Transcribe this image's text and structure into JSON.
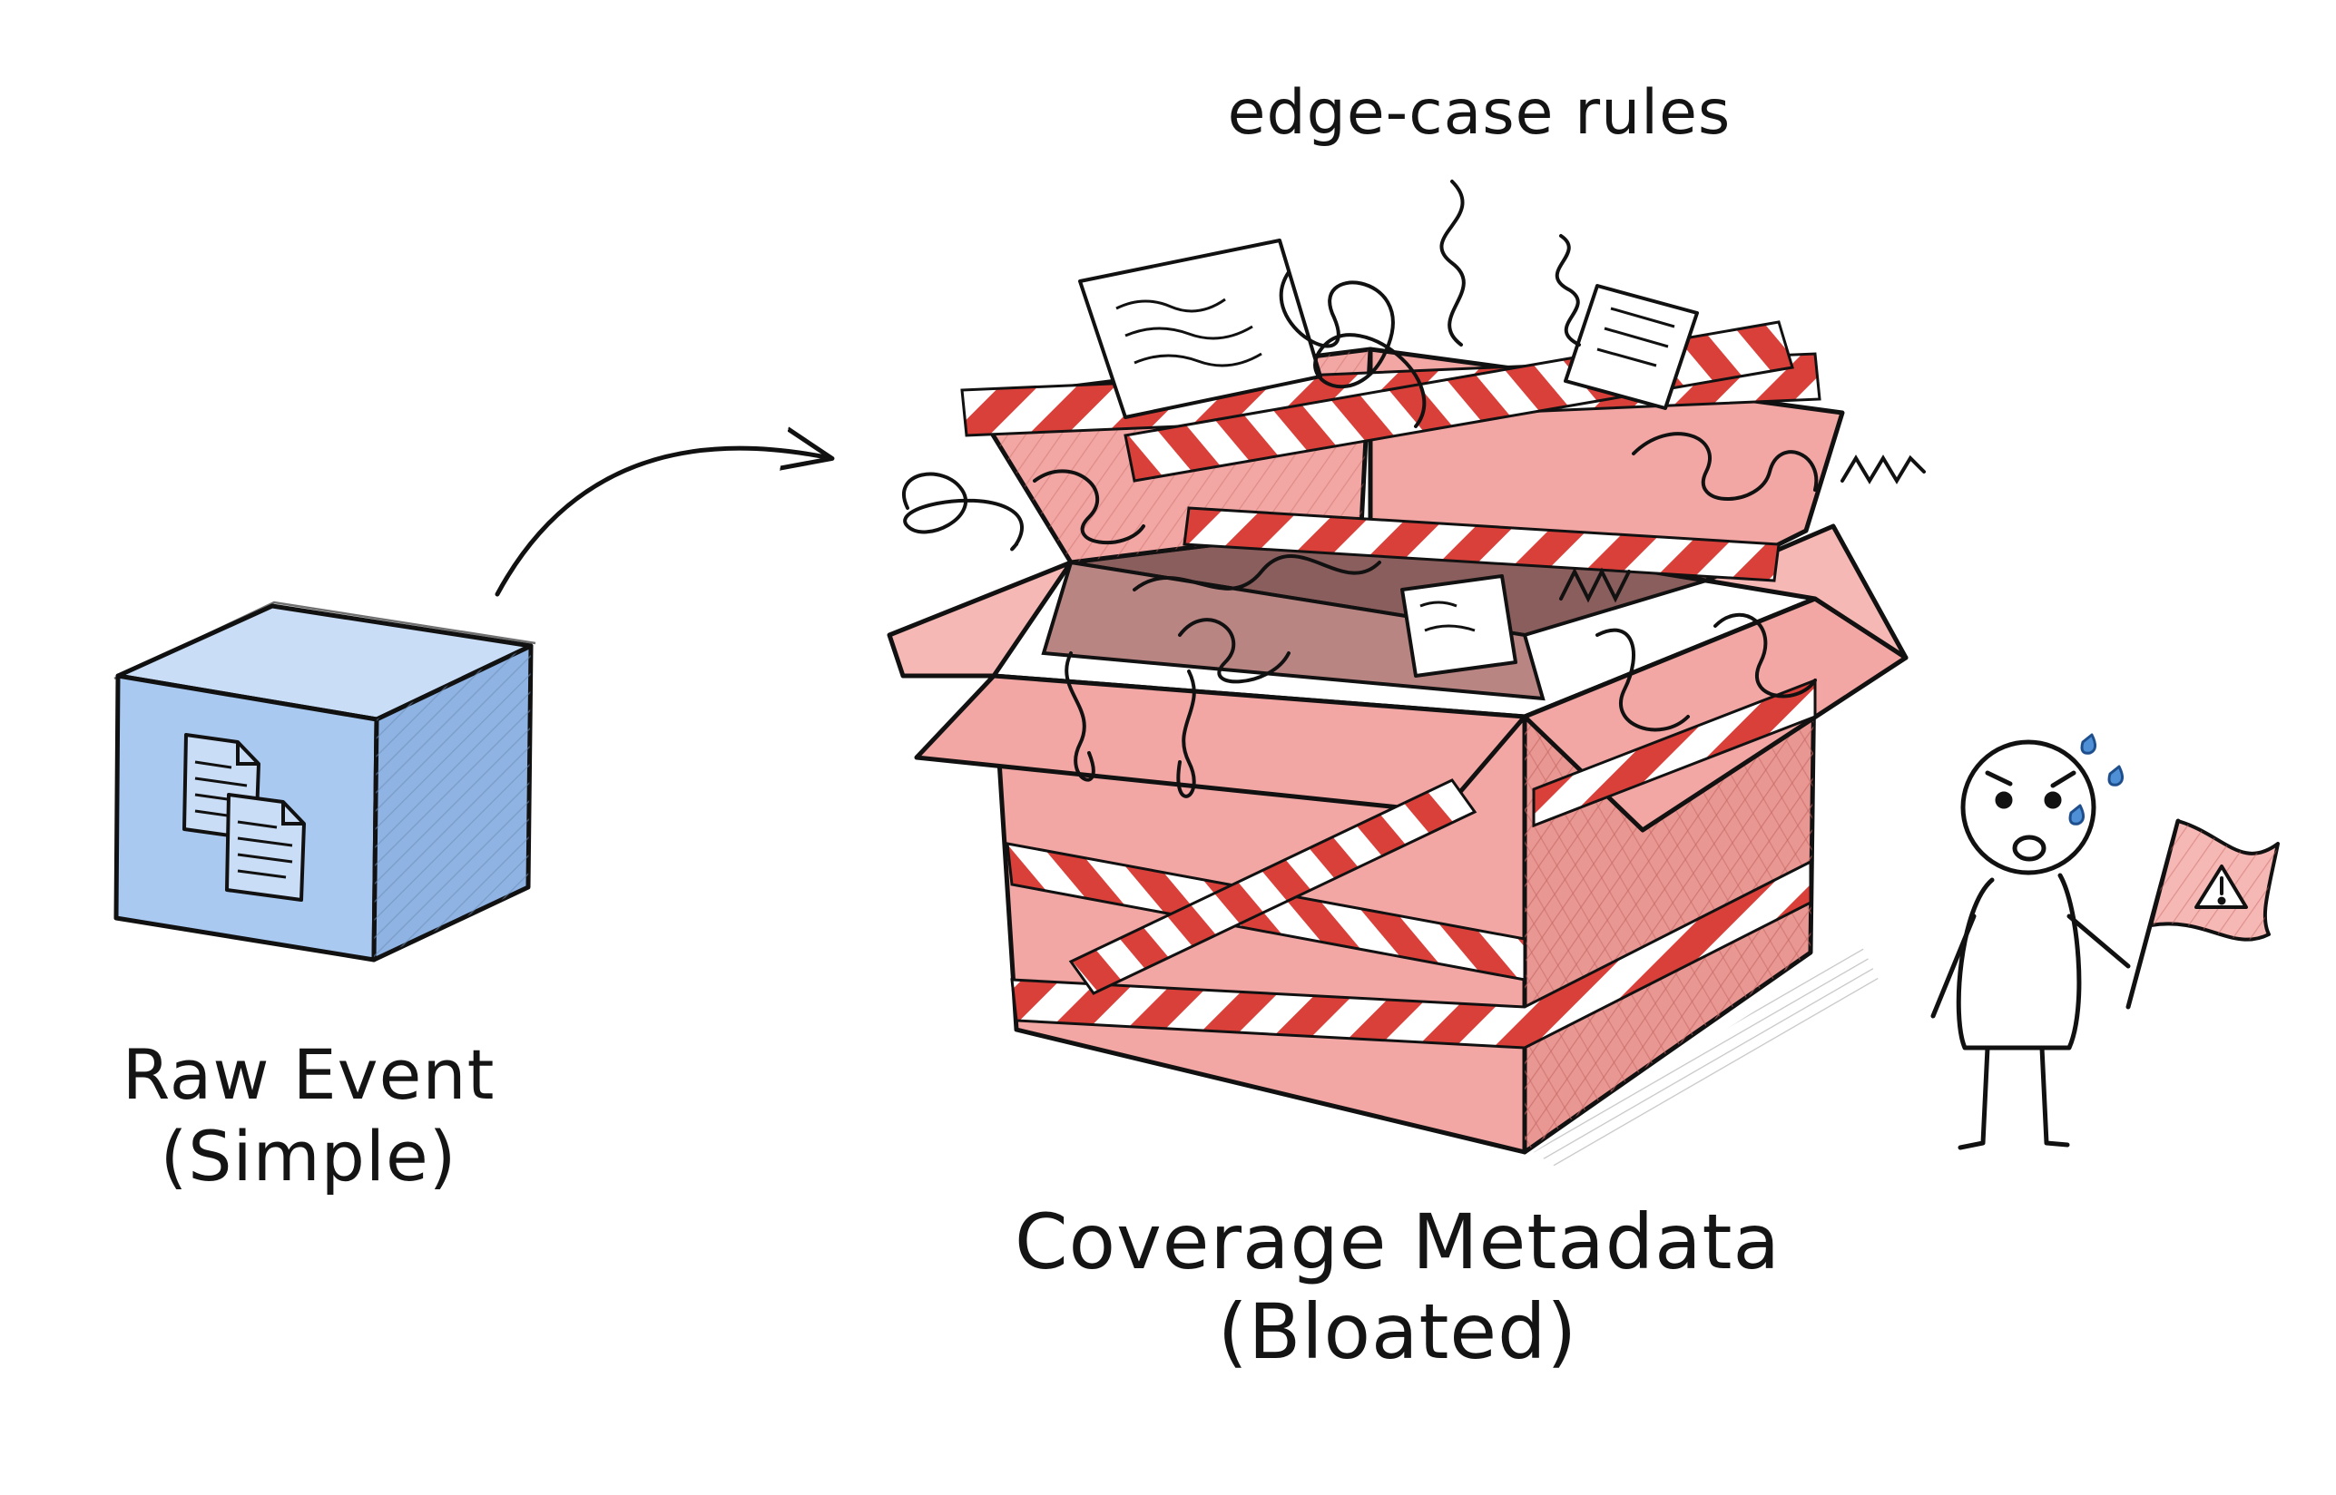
{
  "raw_event": {
    "title": "Raw Event",
    "subtitle": "(Simple)",
    "icon": "documents-icon",
    "color": "#a9c9f1"
  },
  "coverage_metadata": {
    "title": "Coverage Metadata",
    "subtitle": "(Bloated)",
    "color": "#f2a7a4",
    "tape_color": "#d9403a"
  },
  "annotation": {
    "edge_case_label": "edge-case rules"
  },
  "character": {
    "icon": "worried-person-icon",
    "flag_icon": "warning-flag-icon"
  },
  "connector": {
    "icon": "arrow-icon"
  }
}
